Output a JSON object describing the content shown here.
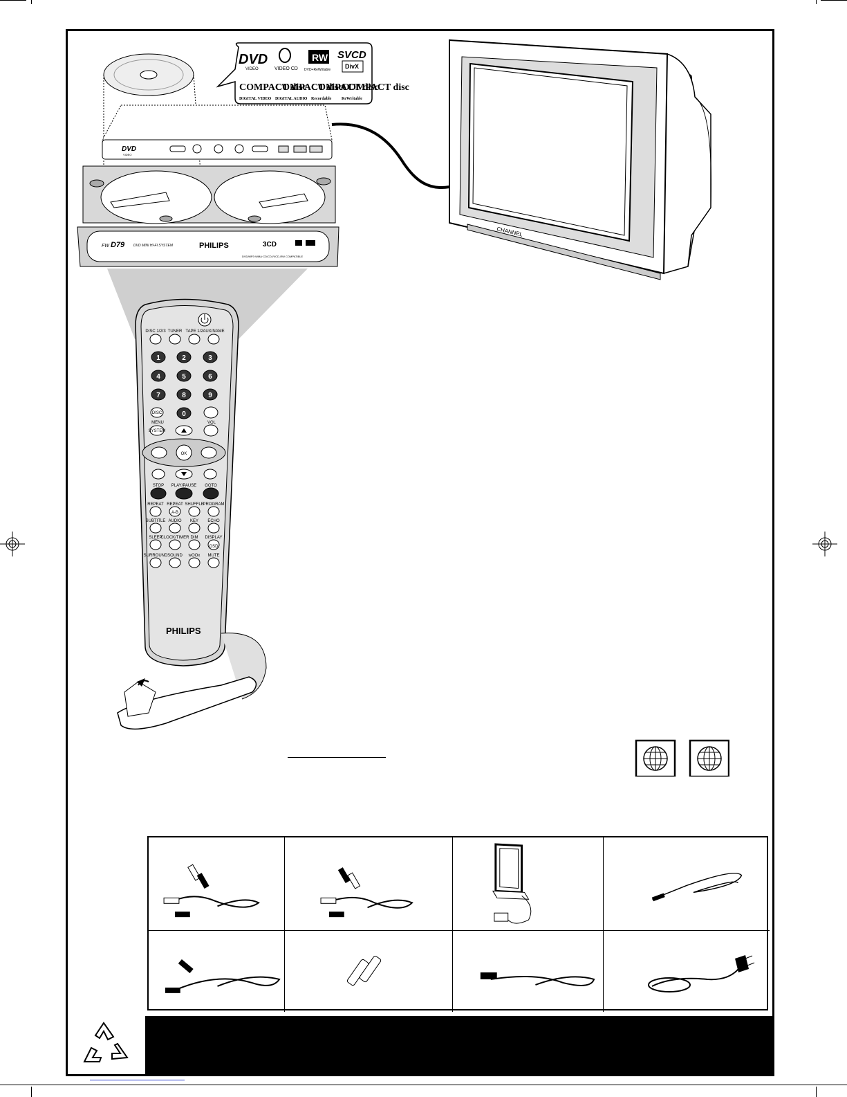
{
  "device_panel": {
    "model": "D79",
    "model_prefix": "FW",
    "system_name": "DVD MINI HI-FI SYSTEM",
    "brand": "PHILIPS",
    "compat": "DVD/MP3·WMA·CD/CD-R/CD-RW COMPATIBLE",
    "disc_badge": "3CD",
    "dvd_label": "DVD",
    "video_label": "VIDEO"
  },
  "formats": {
    "dvd": "DVD",
    "dvd_sub": "VIDEO",
    "video_cd": "VIDEO CD",
    "rw": "RW",
    "rw_sub": "DVD+ReWritable",
    "svcd": "SVCD",
    "divx": "DivX",
    "cd1": "COMPACT disc",
    "cd1_sub": "DIGITAL VIDEO",
    "cd2": "COMPACT disc",
    "cd2_sub": "DIGITAL AUDIO",
    "cd3": "COMPACT disc",
    "cd3_sub": "Recordable",
    "cd4": "COMPACT disc",
    "cd4_sub": "ReWritable"
  },
  "tv": {
    "channel_label": "CHANNEL"
  },
  "remote": {
    "brand": "PHILIPS",
    "source_labels": [
      "DISC 1/2/3",
      "TUNER",
      "TAPE 1/2",
      "AUX/NAME"
    ],
    "digits": [
      "1",
      "2",
      "3",
      "4",
      "5",
      "6",
      "7",
      "8",
      "9",
      "0"
    ],
    "disc_menu": "DISC",
    "menu": "MENU",
    "system": "SYSTEM",
    "vol": "VOL",
    "ok": "OK",
    "stop": "STOP",
    "play_pause": "PLAY/PAUSE",
    "goto": "GOTO",
    "row_labels_1": [
      "REPEAT",
      "REPEAT",
      "SHUFFLE",
      "PROGRAM"
    ],
    "ab": "A-B",
    "row_labels_2": [
      "SUBTITLE",
      "AUDIO",
      "KEY",
      "ECHO"
    ],
    "row_labels_3": [
      "SLEEP",
      "CLOCK/TIMER",
      "DIM",
      "DISPLAY"
    ],
    "osd": "OSD",
    "row_labels_4": [
      "SURROUND",
      "SOUND",
      "wOOx",
      "MUTE"
    ]
  },
  "colors": {
    "frame": "#000000",
    "panel_gray": "#d2d2d2",
    "footer": "#000000",
    "link": "#2b3fd0"
  },
  "icons": {
    "recycle": "recycle-icon",
    "region": "globe-region-icon"
  }
}
